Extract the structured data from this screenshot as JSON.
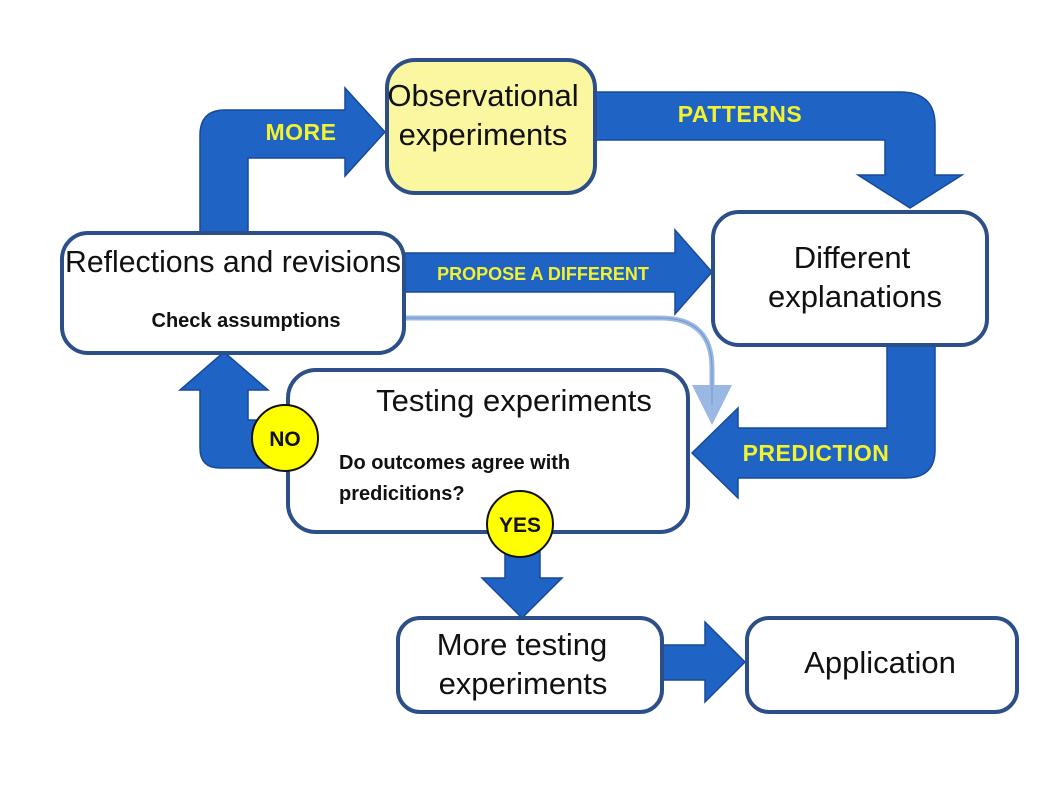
{
  "boxes": {
    "observational": {
      "line1": "Observational",
      "line2": "experiments"
    },
    "reflections": {
      "title": "Reflections and revisions",
      "subtitle": "Check assumptions"
    },
    "explanations": {
      "line1": "Different",
      "line2": "explanations"
    },
    "testing": {
      "title": "Testing experiments",
      "question_line1": "Do outcomes agree with",
      "question_line2": "predicitions?"
    },
    "more_testing": {
      "line1": "More testing",
      "line2": "experiments"
    },
    "application": {
      "label": "Application"
    }
  },
  "arrows": {
    "more": "MORE",
    "patterns": "PATTERNS",
    "propose": "PROPOSE A DIFFERENT",
    "prediction": "PREDICTION"
  },
  "badges": {
    "no": "NO",
    "yes": "YES"
  },
  "colors": {
    "arrow_fill": "#1f63c4",
    "box_border": "#2c4f8a",
    "highlight_box": "#fbf6a0",
    "label_text": "#f2f230",
    "badge_fill": "#ffff00"
  }
}
